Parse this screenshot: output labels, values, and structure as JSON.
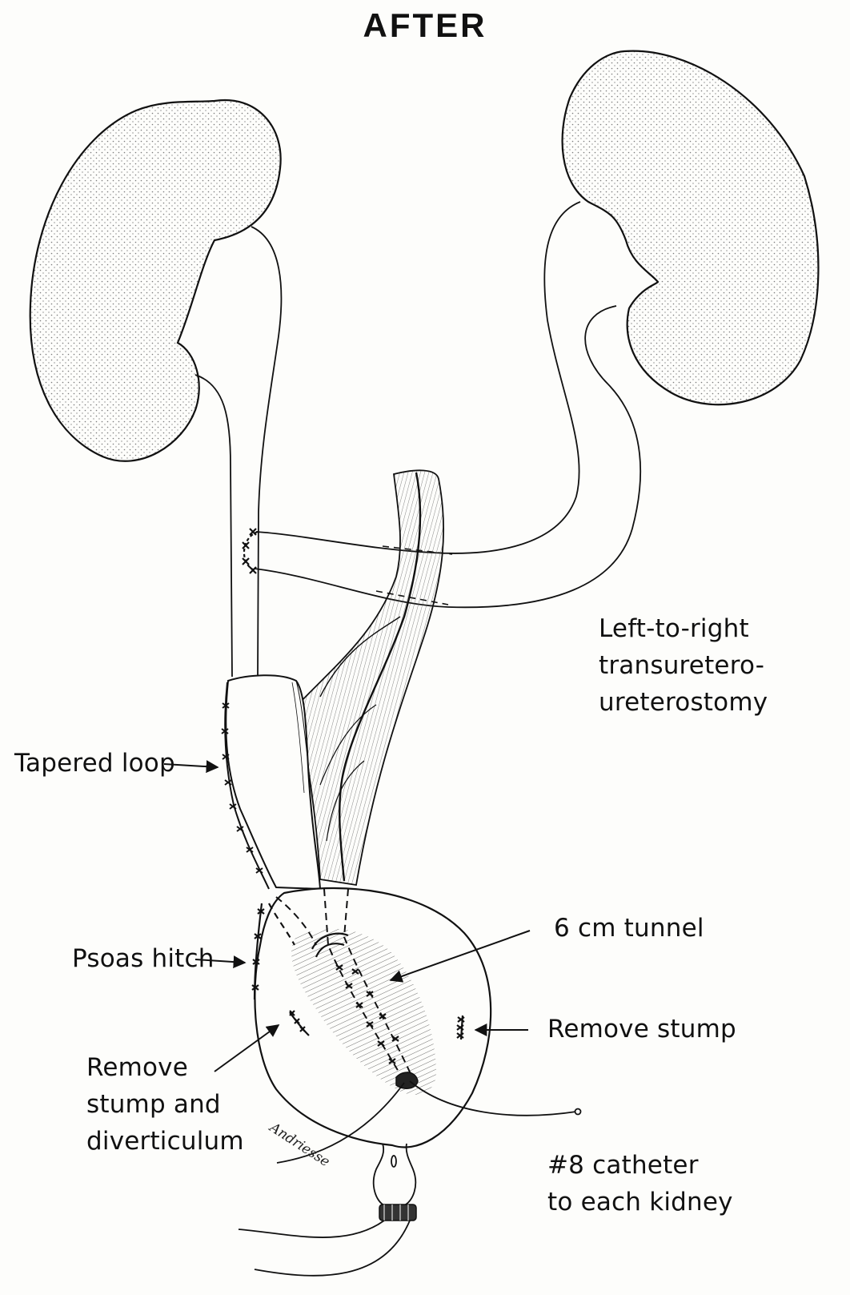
{
  "title": "AFTER",
  "labels": {
    "ttu": [
      "Left-to-right",
      "transuretero-",
      "ureterostomy"
    ],
    "tapered_loop": "Tapered loop",
    "psoas_hitch": "Psoas hitch",
    "tunnel": "6 cm tunnel",
    "remove_stump": "Remove stump",
    "remove_stump_div": [
      "Remove",
      "stump and",
      "diverticulum"
    ],
    "catheter": [
      "#8 catheter",
      "to each kidney"
    ]
  },
  "signature": "Andriesse",
  "colors": {
    "ink": "#111111",
    "paper": "#fdfdfb",
    "stipple": "#8a8a8a"
  }
}
